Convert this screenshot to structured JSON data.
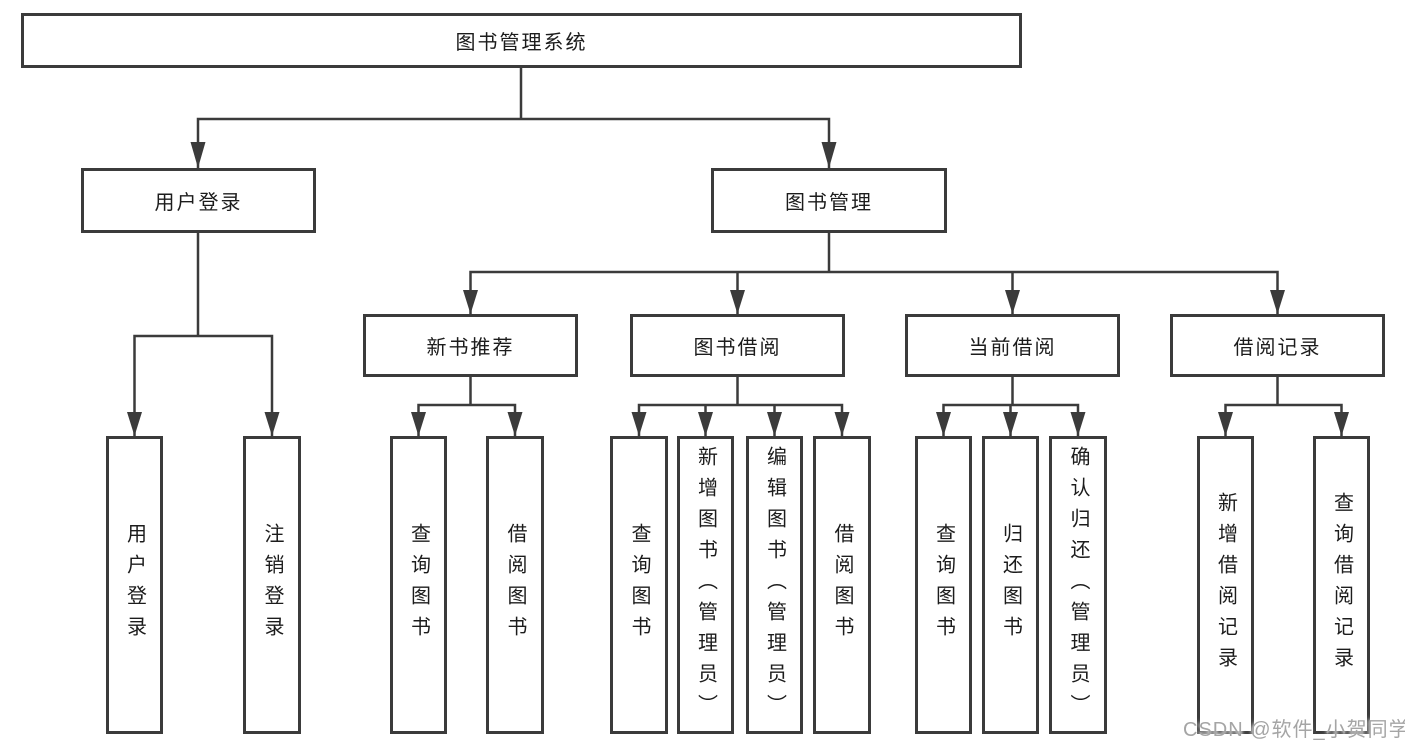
{
  "diagram": {
    "root": "图书管理系统",
    "level2": [
      "用户登录",
      "图书管理"
    ],
    "level3": [
      "新书推荐",
      "图书借阅",
      "当前借阅",
      "借阅记录"
    ],
    "leaves": {
      "user_login": [
        "用户登录",
        "注销登录"
      ],
      "new_book_recommend": [
        "查询图书",
        "借阅图书"
      ],
      "book_borrow": [
        "查询图书",
        "新增图书（管理员）",
        "编辑图书（管理员）",
        "借阅图书"
      ],
      "current_borrow": [
        "查询图书",
        "归还图书",
        "确认归还（管理员）"
      ],
      "borrow_record": [
        "新增借阅记录",
        "查询借阅记录"
      ]
    }
  },
  "watermark": "CSDN @软件_小贺同学",
  "colors": {
    "line": "#3b3b3b",
    "text": "#1c1c1c",
    "watermark": "#a5a5a5",
    "background": "#ffffff"
  }
}
